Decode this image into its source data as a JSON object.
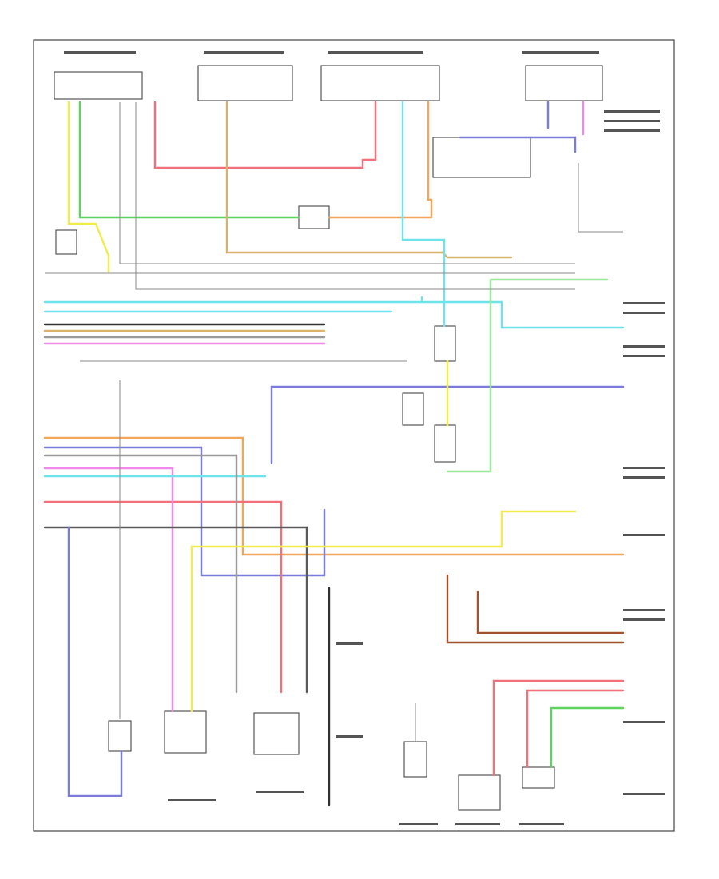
{
  "footer": {
    "diagram_id": ""
  },
  "colors": {
    "yellow": "#f1ec4a",
    "green": "#5fd35f",
    "red": "#f2707a",
    "orange": "#f2a65a",
    "cyan": "#6fe3ea",
    "light_green": "#9be89b",
    "violet": "#7b7bdc",
    "pink": "#f08ae8",
    "gray": "#9a9a9a",
    "dark_gray": "#5a5a5a",
    "brown": "#a0522d",
    "tan": "#d9b36b",
    "black": "#333333"
  },
  "wiring": [
    {
      "id": "w-yellow-left-vertical",
      "color": "yellow"
    },
    {
      "id": "w-green-top",
      "color": "green"
    },
    {
      "id": "w-red-top",
      "color": "red"
    },
    {
      "id": "w-orange-center",
      "color": "orange"
    },
    {
      "id": "w-tan-horizontal",
      "color": "tan"
    },
    {
      "id": "w-cyan-vertical",
      "color": "cyan"
    },
    {
      "id": "w-violet-top-right",
      "color": "violet"
    },
    {
      "id": "w-pink-top-right",
      "color": "pink"
    },
    {
      "id": "w-cyan-bus-1",
      "color": "cyan"
    },
    {
      "id": "w-cyan-bus-2",
      "color": "cyan"
    },
    {
      "id": "w-black-bus",
      "color": "black"
    },
    {
      "id": "w-tan-bus",
      "color": "tan"
    },
    {
      "id": "w-gray-bus",
      "color": "gray"
    },
    {
      "id": "w-pink-bus",
      "color": "pink"
    },
    {
      "id": "w-violet-right",
      "color": "violet"
    },
    {
      "id": "w-yellow-center-vertical",
      "color": "yellow"
    },
    {
      "id": "w-light-green-right",
      "color": "light_green"
    },
    {
      "id": "w-orange-lower",
      "color": "orange"
    },
    {
      "id": "w-violet-lower",
      "color": "violet"
    },
    {
      "id": "w-red-lower",
      "color": "red"
    },
    {
      "id": "w-pink-lower",
      "color": "pink"
    },
    {
      "id": "w-cyan-lower",
      "color": "cyan"
    },
    {
      "id": "w-gray-lower",
      "color": "gray"
    },
    {
      "id": "w-dark-gray-lower",
      "color": "dark_gray"
    },
    {
      "id": "w-yellow-lower",
      "color": "yellow"
    },
    {
      "id": "w-brown-lower-right",
      "color": "brown"
    },
    {
      "id": "w-red-bottom-right",
      "color": "red"
    },
    {
      "id": "w-green-bottom-right",
      "color": "green"
    },
    {
      "id": "w-violet-bottom-left",
      "color": "violet"
    },
    {
      "id": "w-black-bottom-center",
      "color": "black"
    }
  ]
}
